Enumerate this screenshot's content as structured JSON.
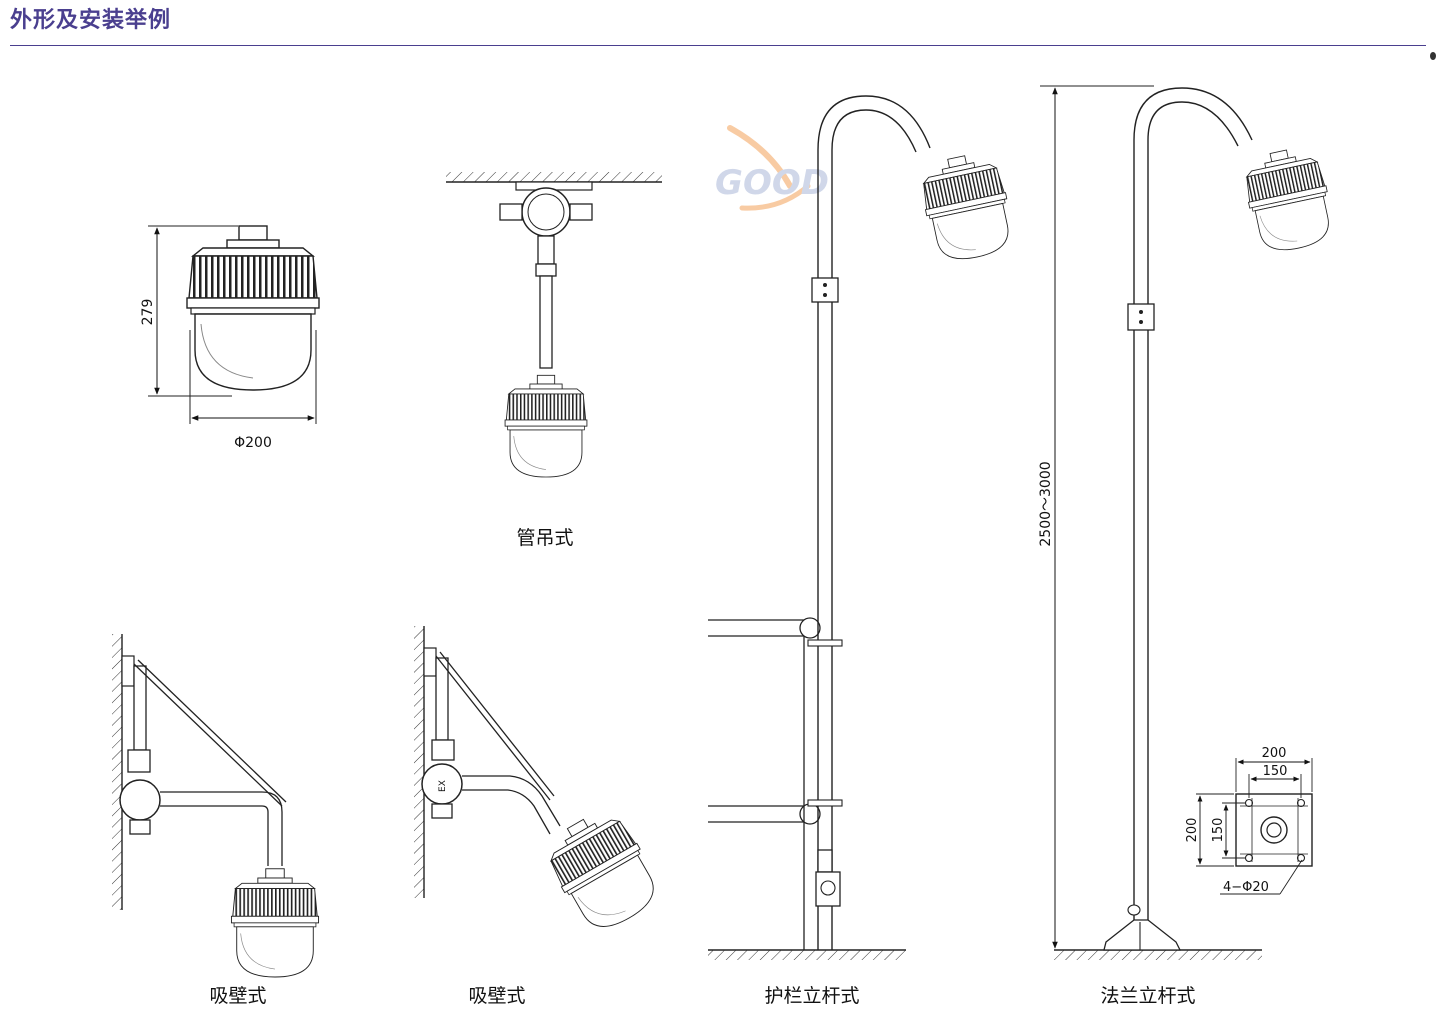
{
  "header": {
    "title": "外形及安装举例"
  },
  "watermark": {
    "text": "GOOD"
  },
  "colors": {
    "accent": "#4a3f8f",
    "line": "#222222"
  },
  "views": {
    "outline": {
      "height_dim": "279",
      "diameter_dim": "Φ200"
    },
    "pipe_pendant": {
      "caption": "管吊式"
    },
    "wall_mount_1": {
      "caption": "吸壁式"
    },
    "wall_mount_2": {
      "caption": "吸壁式",
      "ex_mark": "EX"
    },
    "railing_pole": {
      "caption": "护栏立杆式"
    },
    "flange_pole": {
      "caption": "法兰立杆式",
      "height_dim": "2500～3000",
      "plate_width_outer": "200",
      "plate_width_inner": "150",
      "plate_height_outer": "200",
      "plate_height_inner": "150",
      "holes": "4−Φ20"
    }
  }
}
